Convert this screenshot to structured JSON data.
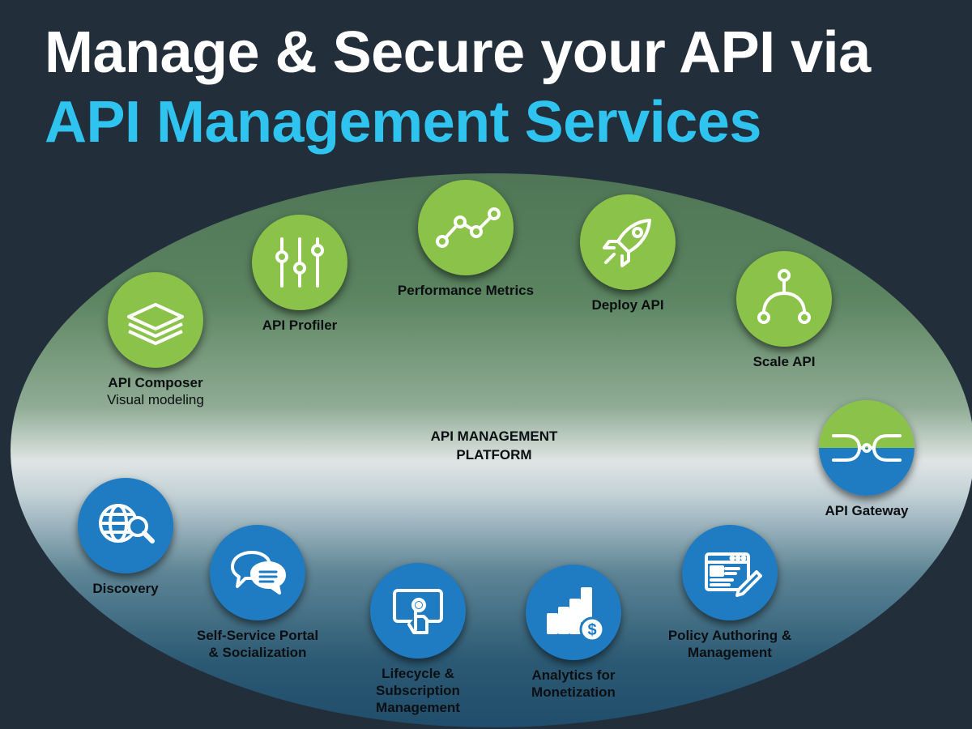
{
  "title": {
    "line1": "Manage & Secure your API via",
    "line2": "API Management Services"
  },
  "platform": {
    "label": "API MANAGEMENT\nPLATFORM"
  },
  "colors": {
    "background": "#232e3b",
    "title_white": "#ffffff",
    "title_accent": "#2ec4ef",
    "green_circle": "#8bc34a",
    "blue_circle": "#1f7cc2"
  },
  "services": [
    {
      "label": "API Composer",
      "sub": "Visual modeling",
      "icon": "layers-icon"
    },
    {
      "label": "API Profiler",
      "icon": "sliders-icon"
    },
    {
      "label": "Performance Metrics",
      "icon": "line-metrics-icon"
    },
    {
      "label": "Deploy API",
      "icon": "rocket-icon"
    },
    {
      "label": "Scale API",
      "icon": "branch-icon"
    },
    {
      "label": "API Gateway",
      "icon": "gateway-icon"
    },
    {
      "label": "Discovery",
      "icon": "globe-search-icon"
    },
    {
      "label": "Self-Service Portal\n& Socialization",
      "icon": "chat-bubbles-icon"
    },
    {
      "label": "Lifecycle &\nSubscription\nManagement",
      "icon": "touch-screen-icon"
    },
    {
      "label": "Analytics for\nMonetization",
      "icon": "bar-dollar-icon"
    },
    {
      "label": "Policy Authoring &\nManagement",
      "icon": "browser-edit-icon"
    }
  ]
}
